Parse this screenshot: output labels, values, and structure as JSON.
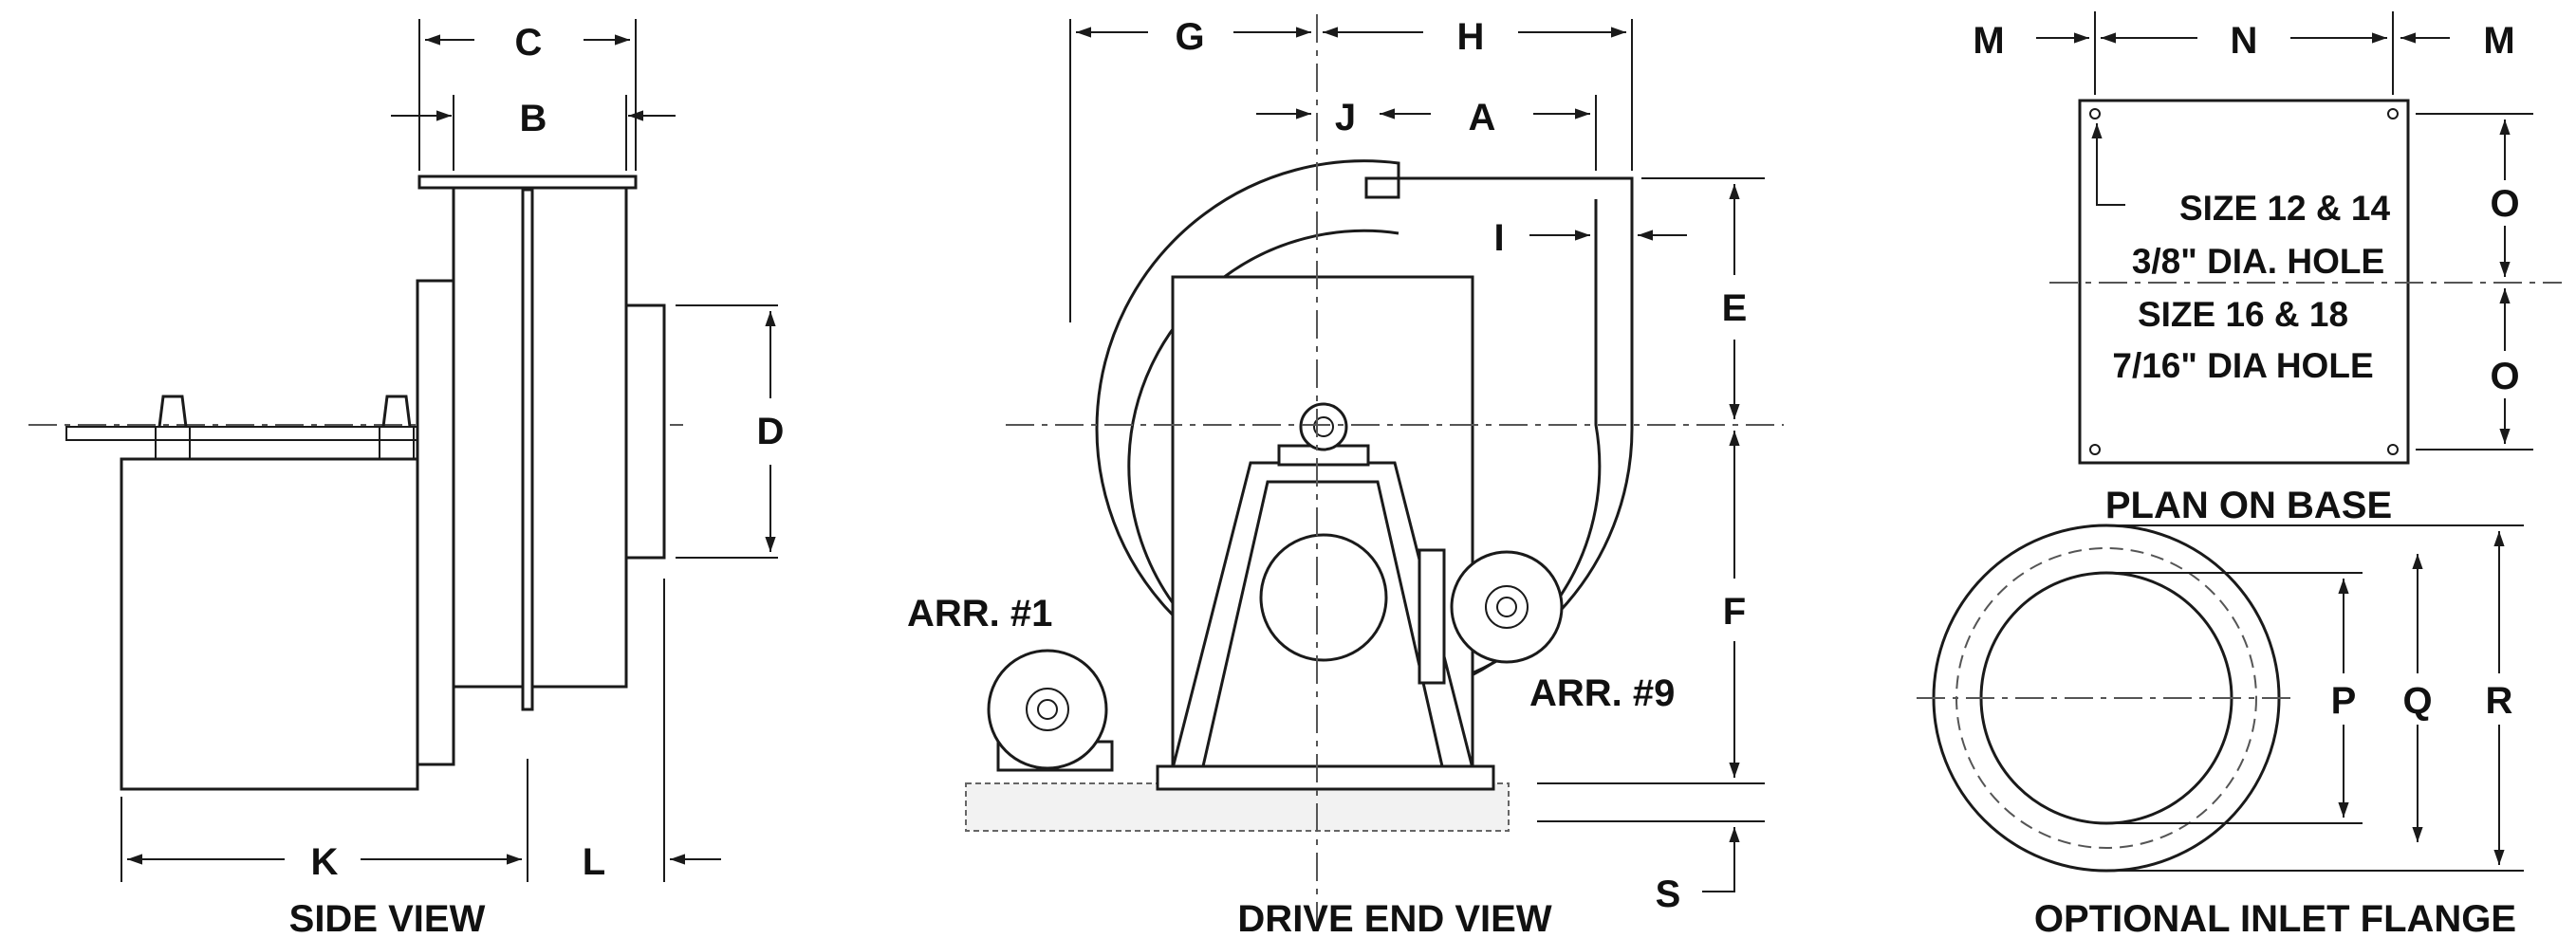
{
  "side_view": {
    "title": "SIDE VIEW",
    "dims": {
      "C": "C",
      "B": "B",
      "D": "D",
      "K": "K",
      "L": "L"
    }
  },
  "drive_end_view": {
    "title": "DRIVE END VIEW",
    "dims": {
      "G": "G",
      "H": "H",
      "J": "J",
      "A": "A",
      "I": "I",
      "E": "E",
      "F": "F",
      "S": "S"
    },
    "arr1": "ARR. #1",
    "arr9": "ARR. #9"
  },
  "plan_on_base": {
    "title": "PLAN ON BASE",
    "dims": {
      "M_left": "M",
      "N": "N",
      "M_right": "M",
      "O_top": "O",
      "O_bottom": "O"
    },
    "note_line1": "SIZE 12 & 14",
    "note_line2": "3/8\" DIA. HOLE",
    "note_line3": "SIZE 16 & 18",
    "note_line4": "7/16\" DIA HOLE"
  },
  "inlet_flange": {
    "title": "OPTIONAL INLET FLANGE",
    "dims": {
      "P": "P",
      "Q": "Q",
      "R": "R"
    }
  }
}
